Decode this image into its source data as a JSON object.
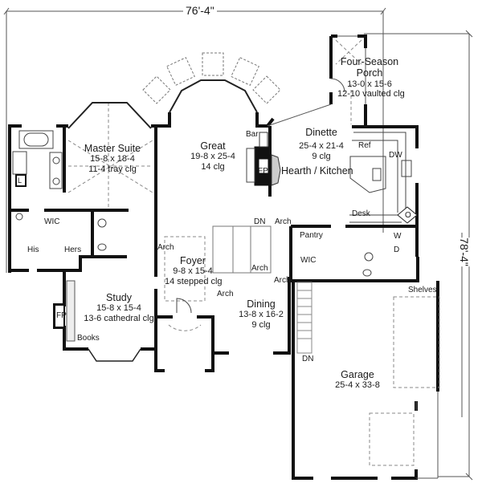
{
  "plan": {
    "overall_width": "76'-4\"",
    "overall_depth": "78'-4\""
  },
  "rooms": {
    "four_season_porch": {
      "name": "Four-Season",
      "name2": "Porch",
      "dims": "13-0 x 15-6",
      "ceiling": "12-10 vaulted clg"
    },
    "master_suite": {
      "name": "Master Suite",
      "dims": "15-8 x 18-4",
      "ceiling": "11-4 tray clg"
    },
    "great": {
      "name": "Great",
      "dims": "19-8 x 25-4",
      "ceiling": "14 clg"
    },
    "dinette": {
      "name": "Dinette",
      "dims": "25-4 x 21-4",
      "ceiling": "9 clg"
    },
    "hearth_kitchen": {
      "name": "Hearth / Kitchen"
    },
    "foyer": {
      "name": "Foyer",
      "dims": "9-8 x 15-4",
      "ceiling": "14 stepped clg"
    },
    "study": {
      "name": "Study",
      "dims": "15-8 x 15-4",
      "ceiling": "13-6 cathedral clg"
    },
    "dining": {
      "name": "Dining",
      "dims": "13-8 x 16-2",
      "ceiling": "9 clg"
    },
    "garage": {
      "name": "Garage",
      "dims": "25-4 x 33-8"
    }
  },
  "labels": {
    "bar": "Bar",
    "fp_great": "FP",
    "fp_study": "FP",
    "ref": "Ref",
    "dw": "DW",
    "desk": "Desk",
    "range_o": "O",
    "washer": "W",
    "dryer": "D",
    "wic_master": "WIC",
    "his": "His",
    "hers": "Hers",
    "linen": "L",
    "pantry": "Pantry",
    "wic_mud": "WIC",
    "shelves": "Shelves",
    "books": "Books",
    "dn_stair": "DN",
    "dn_garage": "DN",
    "arch_1": "Arch",
    "arch_2": "Arch",
    "arch_3": "Arch",
    "arch_4": "Arch",
    "arch_5": "Arch"
  }
}
